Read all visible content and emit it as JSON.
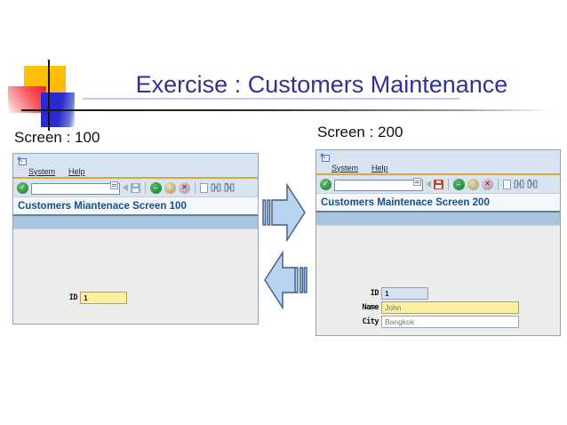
{
  "slide": {
    "title": "Exercise : Customers Maintenance",
    "title_color": "#323296"
  },
  "screen_labels": {
    "left": "Screen : 100",
    "right": "Screen : 200"
  },
  "sap_window_left": {
    "menu_items": [
      "System",
      "Help"
    ],
    "command_value": "",
    "screen_title": "Customers Miantenace Screen 100",
    "form_fields": [
      {
        "label": "ID",
        "value": "1",
        "style": "yellow"
      }
    ]
  },
  "sap_window_right": {
    "menu_items": [
      "System",
      "Help"
    ],
    "command_value": "",
    "screen_title": "Customers Maintenace Screen 200",
    "form_fields": [
      {
        "label": "ID",
        "value": "1",
        "style": "blue"
      },
      {
        "label": "Name",
        "value": "John",
        "style": "yellow"
      },
      {
        "label": "City",
        "value": "Bangkok",
        "style": "white"
      }
    ]
  },
  "toolbar": {
    "icons": [
      "enter-icon",
      "command-field",
      "back-triangle-icon",
      "save-icon",
      "back-icon",
      "exit-icon",
      "cancel-icon",
      "new-document-icon",
      "find-icon",
      "find-next-icon"
    ],
    "enter_glyph": "✓",
    "back_glyph": "←",
    "exit_glyph": "↑",
    "cancel_glyph": "✕"
  },
  "colors": {
    "window_chrome": "#d9e4f1",
    "menu_separator_orange": "#e2a33e",
    "screen_title_text": "#175088",
    "band_blue": "#a9c4dd",
    "body_gray": "#ededec",
    "field_yellow": "#faf0a0",
    "field_blue": "#d6e2f2",
    "arrow_fill": "#b9d3f0",
    "arrow_stroke": "#3f5e86",
    "logo_yellow": "#ffc40e",
    "logo_red": "#f5272e",
    "logo_blue": "#2a2ace"
  }
}
